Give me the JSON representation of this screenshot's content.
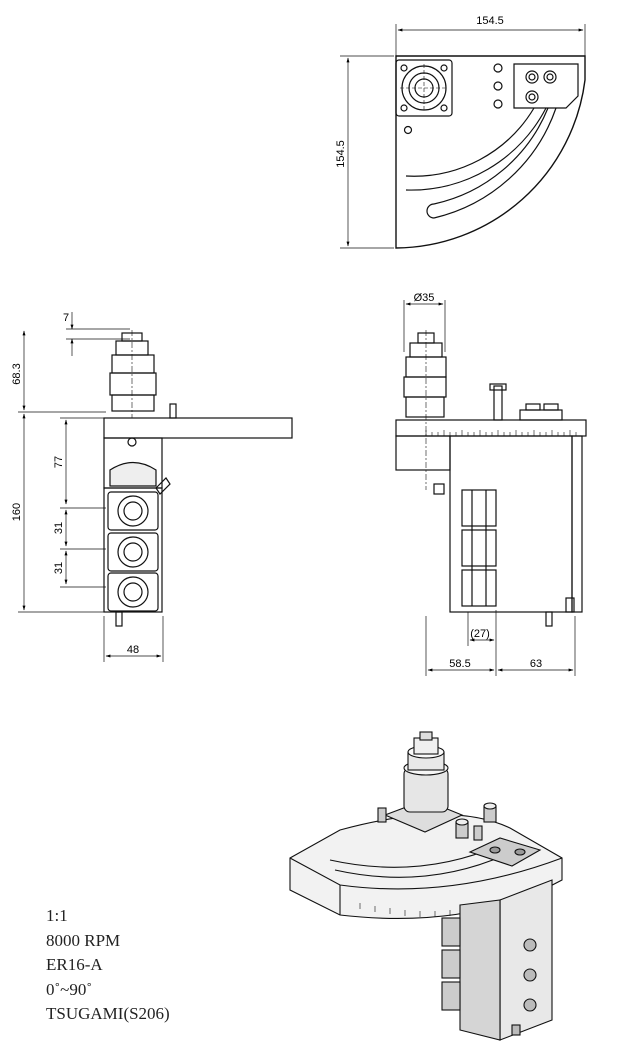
{
  "top_view": {
    "dim_width": "154.5",
    "dim_height": "154.5"
  },
  "front_view": {
    "dim_top_small": "7",
    "dim_top_height": "68.3",
    "dim_total_height": "160",
    "dim_upper_block": "77",
    "dim_spacing_1": "31",
    "dim_spacing_2": "31",
    "dim_width": "48"
  },
  "side_view": {
    "dim_diameter": "Ø35",
    "dim_offset": "(27)",
    "dim_left": "58.5",
    "dim_right": "63"
  },
  "specs": [
    "1:1",
    "8000 RPM",
    "ER16-A",
    "0˚~90˚",
    "TSUGAMI(S206)"
  ]
}
